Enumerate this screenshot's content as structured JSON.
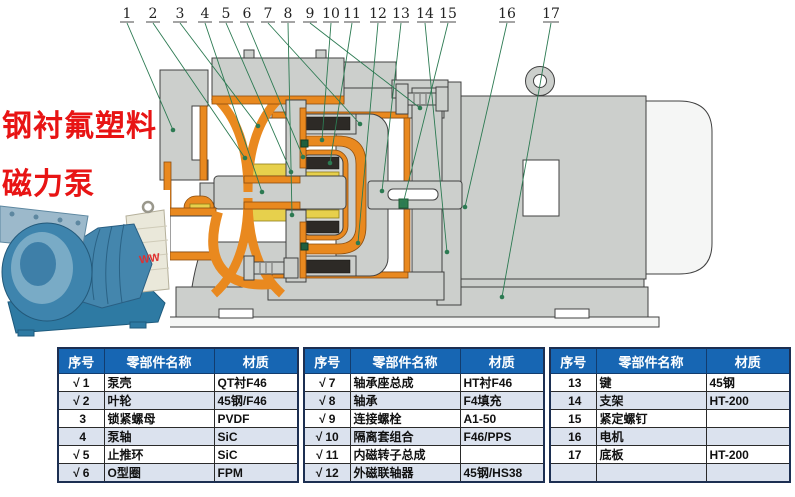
{
  "title": {
    "line1": "钢衬氟塑料",
    "line2": "磁力泵"
  },
  "accent_colors": {
    "title_red": "#e81414",
    "lining_orange": "#e9891f",
    "bearing_yellow": "#e7d04c",
    "header_blue": "#1766b3",
    "leader_green": "#2c7a52"
  },
  "callout_numbers": [
    "1",
    "2",
    "3",
    "4",
    "5",
    "6",
    "7",
    "8",
    "9",
    "10",
    "11",
    "12",
    "13",
    "14",
    "15",
    "16",
    "17"
  ],
  "photo": {
    "watermark": "WW"
  },
  "table_headers": [
    "序号",
    "零部件名称",
    "材质"
  ],
  "tables": [
    {
      "rows": [
        {
          "check": "√",
          "no": "1",
          "name": "泵壳",
          "material": "QT衬F46"
        },
        {
          "check": "√",
          "no": "2",
          "name": "叶轮",
          "material": "45钢/F46"
        },
        {
          "check": "",
          "no": "3",
          "name": "锁紧螺母",
          "material": "PVDF"
        },
        {
          "check": "",
          "no": "4",
          "name": "泵轴",
          "material": "SiC"
        },
        {
          "check": "√",
          "no": "5",
          "name": "止推环",
          "material": "SiC"
        },
        {
          "check": "√",
          "no": "6",
          "name": "O型圈",
          "material": "FPM"
        }
      ]
    },
    {
      "rows": [
        {
          "check": "√",
          "no": "7",
          "name": "轴承座总成",
          "material": "HT衬F46"
        },
        {
          "check": "√",
          "no": "8",
          "name": "轴承",
          "material": "F4填充"
        },
        {
          "check": "√",
          "no": "9",
          "name": "连接螺栓",
          "material": "A1-50"
        },
        {
          "check": "√",
          "no": "10",
          "name": "隔离套组合",
          "material": "F46/PPS"
        },
        {
          "check": "√",
          "no": "11",
          "name": "内磁转子总成",
          "material": ""
        },
        {
          "check": "√",
          "no": "12",
          "name": "外磁联轴器",
          "material": "45钢/HS38"
        }
      ]
    },
    {
      "rows": [
        {
          "check": "",
          "no": "13",
          "name": "键",
          "material": "45钢"
        },
        {
          "check": "",
          "no": "14",
          "name": "支架",
          "material": "HT-200"
        },
        {
          "check": "",
          "no": "15",
          "name": "紧定螺钉",
          "material": ""
        },
        {
          "check": "",
          "no": "16",
          "name": "电机",
          "material": ""
        },
        {
          "check": "",
          "no": "17",
          "name": "底板",
          "material": "HT-200"
        },
        {
          "check": "",
          "no": "",
          "name": "",
          "material": ""
        }
      ]
    }
  ]
}
